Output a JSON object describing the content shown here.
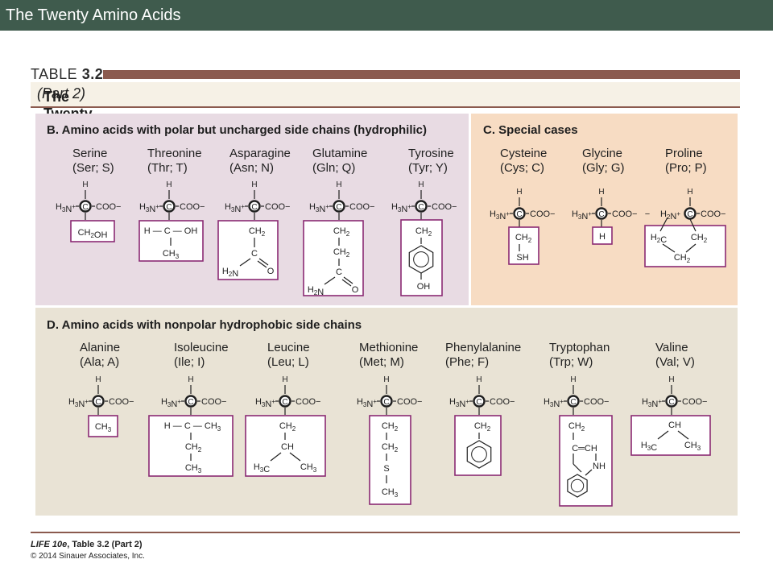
{
  "slide_title": "The Twenty Amino Acids",
  "table_label_prefix": "TABLE ",
  "table_label_number": "3.2",
  "table_title": "The Twenty Amino Acids",
  "table_title_part": "(Part 2)",
  "panels": [
    {
      "heading": "B.  Amino acids with polar but uncharged side chains (hydrophilic)"
    },
    {
      "heading": "C.  Special cases"
    },
    {
      "heading": "D.  Amino acids with nonpolar hydrophobic side chains"
    }
  ],
  "amino_acids": [
    {
      "name": "Serine",
      "code": "(Ser; S)"
    },
    {
      "name": "Threonine",
      "code": "(Thr; T)"
    },
    {
      "name": "Asparagine",
      "code": "(Asn; N)"
    },
    {
      "name": "Glutamine",
      "code": "(Gln; Q)"
    },
    {
      "name": "Tyrosine",
      "code": "(Tyr; Y)"
    },
    {
      "name": "Cysteine",
      "code": "(Cys; C)"
    },
    {
      "name": "Glycine",
      "code": "(Gly; G)"
    },
    {
      "name": "Proline",
      "code": "(Pro; P)"
    },
    {
      "name": "Alanine",
      "code": "(Ala; A)"
    },
    {
      "name": "Isoleucine",
      "code": "(Ile; I)"
    },
    {
      "name": "Leucine",
      "code": "(Leu; L)"
    },
    {
      "name": "Methionine",
      "code": "(Met; M)"
    },
    {
      "name": "Phenylalanine",
      "code": "(Phe; F)"
    },
    {
      "name": "Tryptophan",
      "code": "(Trp; W)"
    },
    {
      "name": "Valine",
      "code": "(Val; V)"
    }
  ],
  "chem_labels": {
    "h": "H",
    "amine": "H3N+",
    "carboxylate": "COO−",
    "alpha_c": "C",
    "ch2": "CH2",
    "ch3": "CH3",
    "ch": "CH",
    "c": "C",
    "o": "O",
    "oh": "OH",
    "nh2": "H2N",
    "sh": "SH",
    "s": "S",
    "nh": "NH",
    "ch2oh": "CH2OH",
    "h_c_oh": "H — C — OH",
    "h_c_ch3": "H — C — CH3",
    "c_eq_ch": "C═CH",
    "h3c": "H3C",
    "h2c": "H2C",
    "h2n_plus": "H2N+",
    "coo_proline": "COO−",
    "minus": "−"
  },
  "footer": {
    "book": "LIFE 10e",
    "ref": ", Table 3.2 (Part 2)",
    "copyright": "© 2014 Sinauer Associates, Inc."
  },
  "colors": {
    "title_bar": "#3f5b4d",
    "accent_bar": "#8b5a4e",
    "panel_b": "#e8dbe3",
    "panel_c": "#f7dcc3",
    "panel_d": "#e9e3d5",
    "side_chain_box": "#8a2a73"
  }
}
